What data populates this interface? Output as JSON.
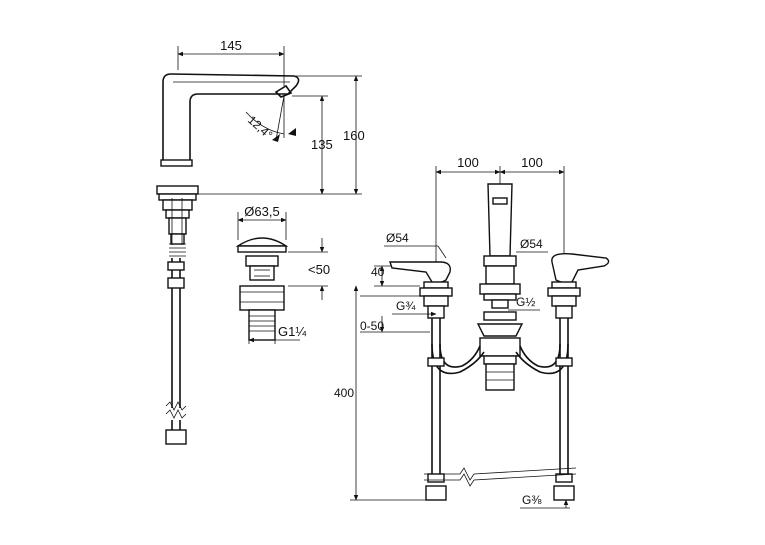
{
  "side_view": {
    "spout_reach": "145",
    "outlet_height": "135",
    "total_height": "160",
    "spray_angle": "12,4°"
  },
  "waste_valve": {
    "cap_diameter": "Ø63,5",
    "thread": "G1¼",
    "pop_up": "<50"
  },
  "front_view": {
    "spacing_left": "100",
    "spacing_right": "100",
    "handle_diameter_left": "Ø54",
    "handle_diameter_right": "Ø54",
    "handle_height": "40",
    "deck_range": "0-50",
    "hose_length": "400",
    "inlet_thread_left": "G¾",
    "inlet_thread_center": "G½",
    "hose_connection": "G⅜"
  }
}
